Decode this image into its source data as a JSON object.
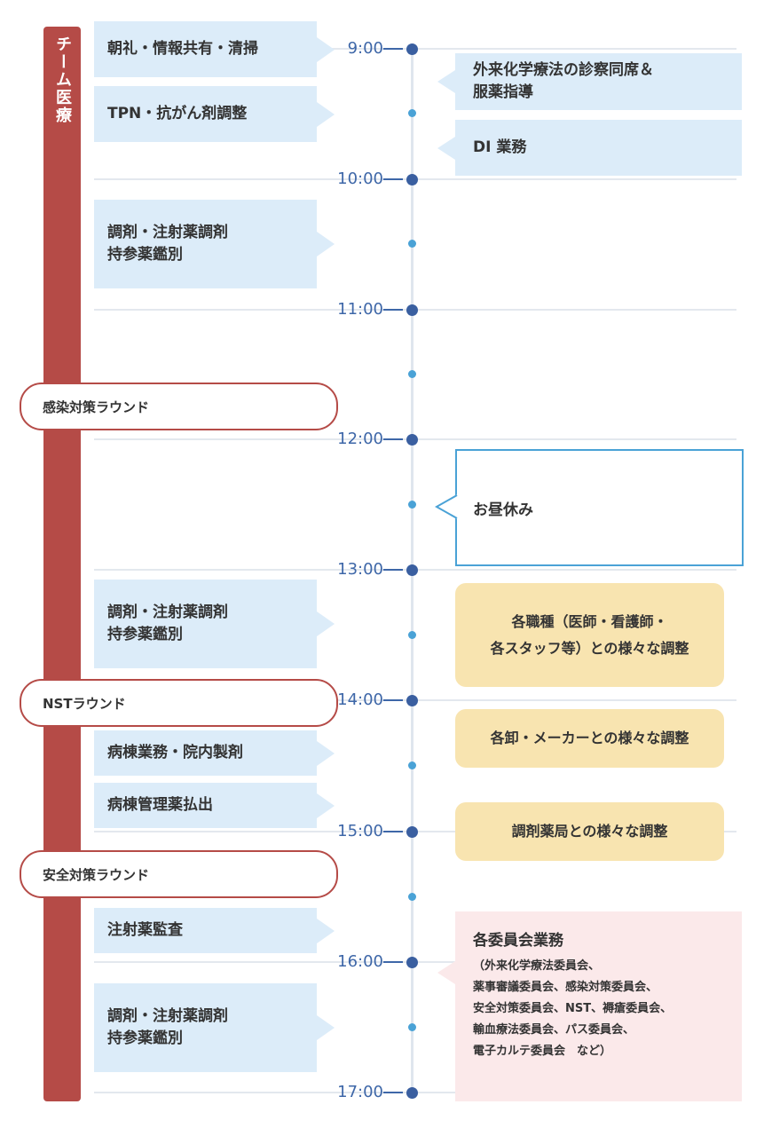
{
  "colors": {
    "team_bar": "#b54b47",
    "time_text": "#3e67a8",
    "task_blue": "#dcecf9",
    "coordination_yellow": "#f8e4b0",
    "committee_pink": "#fbe9ea",
    "lunch_border": "#4aa2d6"
  },
  "team_label": "チーム医療",
  "times": [
    "9:00",
    "10:00",
    "11:00",
    "12:00",
    "13:00",
    "14:00",
    "15:00",
    "16:00",
    "17:00"
  ],
  "left_tasks": [
    {
      "lines": [
        "朝礼・情報共有・清掃"
      ]
    },
    {
      "lines": [
        "TPN・抗がん剤調整"
      ]
    },
    {
      "lines": [
        "調剤・注射薬調剤",
        "持参薬鑑別"
      ]
    },
    {
      "lines": [
        "調剤・注射薬調剤",
        "持参薬鑑別"
      ]
    },
    {
      "lines": [
        "病棟業務・院内製剤"
      ]
    },
    {
      "lines": [
        "病棟管理薬払出"
      ]
    },
    {
      "lines": [
        "注射薬監査"
      ]
    },
    {
      "lines": [
        "調剤・注射薬調剤",
        "持参薬鑑別"
      ]
    }
  ],
  "rounds": [
    "感染対策ラウンド",
    "NSTラウンド",
    "安全対策ラウンド"
  ],
  "right_tasks": [
    {
      "lines": [
        "外来化学療法の診察同席＆",
        "服薬指導"
      ]
    },
    {
      "lines": [
        "DI 業務"
      ]
    }
  ],
  "lunch": "お昼休み",
  "coordination": [
    {
      "lines": [
        "各職種（医師・看護師・",
        "各スタッフ等）との様々な調整"
      ]
    },
    {
      "lines": [
        "各卸・メーカーとの様々な調整"
      ]
    },
    {
      "lines": [
        "調剤薬局との様々な調整"
      ]
    }
  ],
  "committee": {
    "title": "各委員会業務",
    "lines": [
      "（外来化学療法委員会、",
      "薬事審議委員会、感染対策委員会、",
      "安全対策委員会、NST、褥瘡委員会、",
      "輸血療法委員会、パス委員会、",
      "電子カルテ委員会　など）"
    ]
  }
}
